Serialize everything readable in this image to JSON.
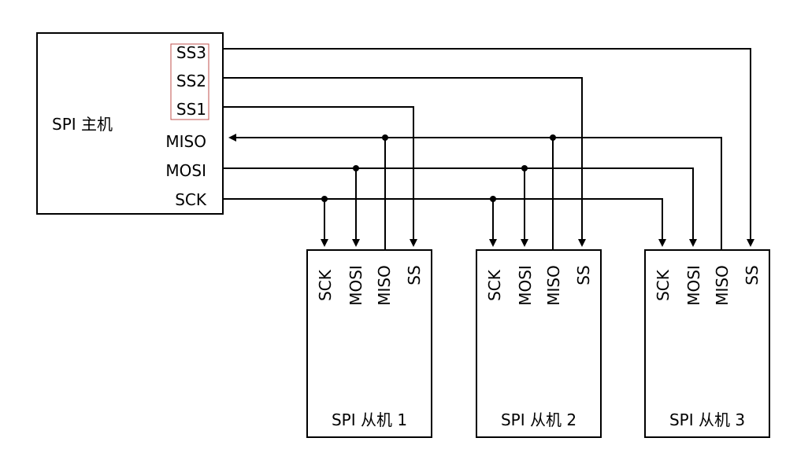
{
  "master": {
    "title": "SPI 主机",
    "pins": {
      "ss3": "SS3",
      "ss2": "SS2",
      "ss1": "SS1",
      "miso": "MISO",
      "mosi": "MOSI",
      "sck": "SCK"
    }
  },
  "slaves": [
    {
      "title": "SPI 从机 1",
      "pins": [
        "SCK",
        "MOSI",
        "MISO",
        "SS"
      ]
    },
    {
      "title": "SPI 从机 2",
      "pins": [
        "SCK",
        "MOSI",
        "MISO",
        "SS"
      ]
    },
    {
      "title": "SPI 从机 3",
      "pins": [
        "SCK",
        "MOSI",
        "MISO",
        "SS"
      ]
    }
  ]
}
